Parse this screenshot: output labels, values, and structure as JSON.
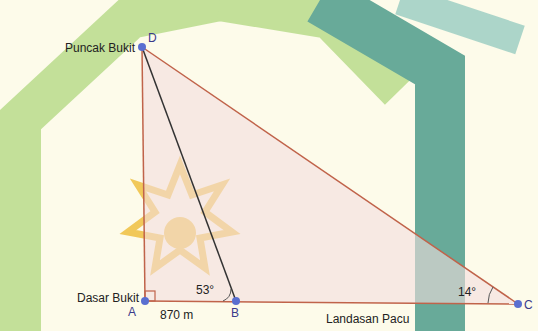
{
  "diagram": {
    "labels": [
      "D",
      "Puncak Bukit",
      "A",
      "Dasar Bukit",
      "B",
      "53°",
      "870 m",
      "Landasan Pacu",
      "14°",
      "C"
    ]
  }
}
